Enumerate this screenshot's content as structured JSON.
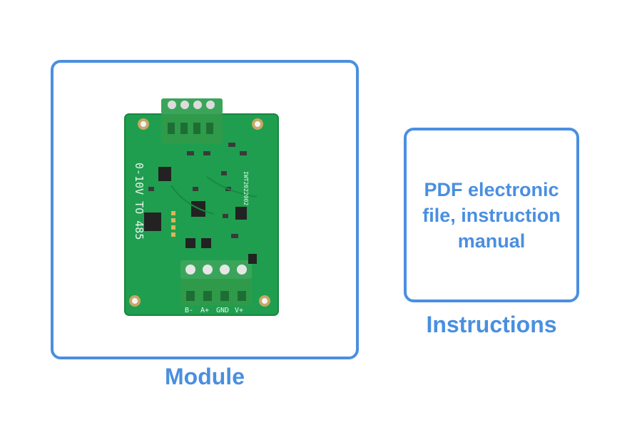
{
  "module": {
    "caption": "Module",
    "board_label": "0-10V TO 485",
    "board_code": "IWT2022002",
    "terminal_labels": [
      "B-",
      "A+",
      "GND",
      "V+"
    ]
  },
  "instructions": {
    "caption": "Instructions",
    "description": "PDF electronic file, instruction manual"
  },
  "colors": {
    "accent": "#4a8fe0",
    "pcb": "#1f9e4f",
    "terminal": "#2f9a4a"
  }
}
